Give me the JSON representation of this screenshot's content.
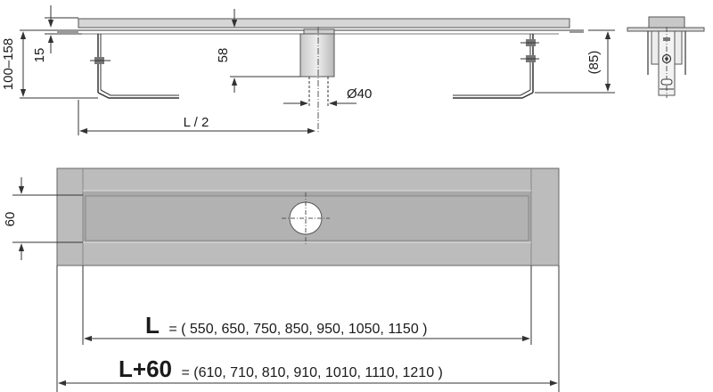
{
  "drawing": {
    "dims": {
      "height_range": "100–158",
      "flange": "15",
      "outlet_height": "58",
      "outlet_diameter": "Ø40",
      "half_length": "L / 2",
      "side_height": "(85)",
      "width": "60"
    },
    "length_formula": {
      "symbol": "L",
      "values": "= ( 550, 650, 750, 850, 950, 1050, 1150 )"
    },
    "total_formula": {
      "symbol": "L+60",
      "values": "= (610, 710, 810, 910, 1010, 1110, 1210 )"
    },
    "colors": {
      "plate_outer": "#bcbcbc",
      "plate_inner": "#a9a9a9",
      "steel_light": "#e6e6e6",
      "line": "#333333"
    }
  }
}
